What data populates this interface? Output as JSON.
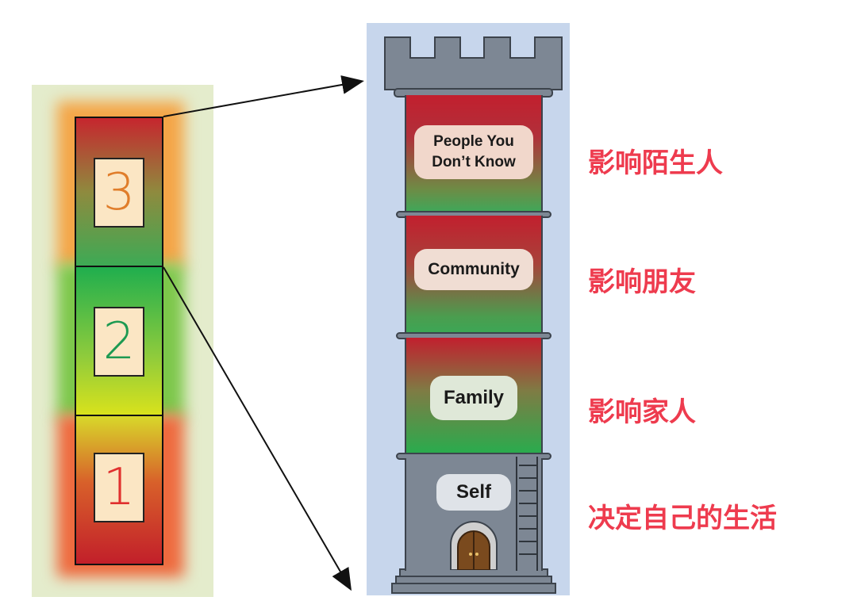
{
  "left_column": {
    "segments": [
      {
        "number": "3",
        "number_color": "#e07d2a",
        "glow_color": "#f4a547"
      },
      {
        "number": "2",
        "number_color": "#1e9a52",
        "glow_color": "#7cc74a"
      },
      {
        "number": "1",
        "number_color": "#e0302e",
        "glow_color": "#ee6a3e"
      }
    ]
  },
  "tower": {
    "floors": [
      {
        "label_line1": "People You",
        "label_line2": "Don’t Know"
      },
      {
        "label": "Community"
      },
      {
        "label": "Family"
      },
      {
        "label": "Self"
      }
    ]
  },
  "annotations": {
    "strangers": "影响陌生人",
    "friends": "影响朋友",
    "family": "影响家人",
    "self": "决定自己的生活"
  },
  "colors": {
    "annotation_text": "#ee3b4e",
    "tower_stone": "#7d8794",
    "tower_background": "#c7d6ec",
    "left_panel_background": "#e4eccc"
  }
}
